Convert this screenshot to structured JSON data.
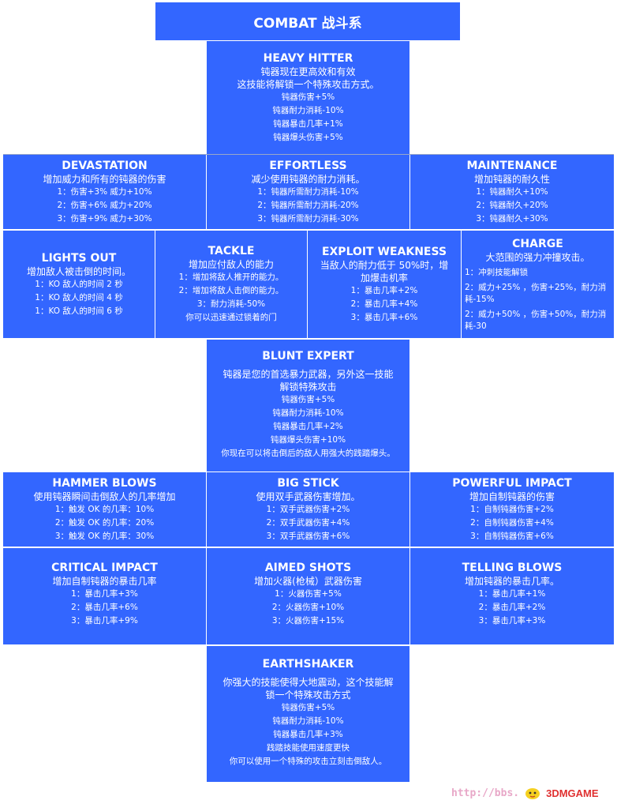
{
  "title": "COMBAT 战斗系",
  "skills": {
    "heavy_hitter": {
      "name": "HEAVY HITTER",
      "desc": [
        "钝器现在更高效和有效",
        "这技能将解锁一个特殊攻击方式。"
      ],
      "lines": [
        "钝器伤害+5%",
        "钝器耐力消耗-10%",
        "钝器暴击几率+1%",
        "钝器爆头伤害+5%"
      ]
    },
    "devastation": {
      "name": "DEVASTATION",
      "desc": [
        "增加威力和所有的钝器的伤害"
      ],
      "lines": [
        "1：伤害+3%  威力+10%",
        "2：伤害+6%  威力+20%",
        "3：伤害+9%  威力+30%"
      ]
    },
    "effortless": {
      "name": "EFFORTLESS",
      "desc": [
        "减少使用钝器的耐力消耗。"
      ],
      "lines": [
        "1：钝器所需耐力消耗-10%",
        "2：钝器所需耐力消耗-20%",
        "3：钝器所需耐力消耗-30%"
      ]
    },
    "maintenance": {
      "name": "MAINTENANCE",
      "desc": [
        "增加钝器的耐久性"
      ],
      "lines": [
        "1：钝器耐久+10%",
        "2：钝器耐久+20%",
        "3：钝器耐久+30%"
      ]
    },
    "lights_out": {
      "name": "LIGHTS OUT",
      "desc": [
        "增加敌人被击倒的时间。"
      ],
      "lines": [
        "1：KO 敌人的时间 2 秒",
        "1：KO 敌人的时间 4 秒",
        "1：KO 敌人的时间 6 秒"
      ]
    },
    "tackle": {
      "name": "TACKLE",
      "desc": [
        "增加应付敌人的能力"
      ],
      "lines": [
        "1：增加将敌人推开的能力。",
        "2：增加将敌人击倒的能力。",
        "3：耐力消耗-50%",
        "你可以迅速通过锁着的门"
      ]
    },
    "exploit_weakness": {
      "name": "EXPLOIT WEAKNESS",
      "desc": [
        "当敌人的耐力低于 50%时，增",
        "加爆击机率"
      ],
      "lines": [
        "1：暴击几率+2%",
        "2：暴击几率+4%",
        "3：暴击几率+6%"
      ]
    },
    "charge": {
      "name": "CHARGE",
      "desc": [
        "大范围的强力冲撞攻击。"
      ],
      "lines": [
        "1：冲刺技能解锁",
        "2：威力+25%  ，伤害+25%，耐力消耗-15%",
        "2：威力+50%  ，伤害+50%，耐力消耗-30"
      ]
    },
    "blunt_expert": {
      "name": "BLUNT EXPERT",
      "desc": [
        "钝器是您的首选暴力武器，另外这一技能",
        "解锁特殊攻击"
      ],
      "lines": [
        "钝器伤害+5%",
        "钝器耐力消耗-10%",
        "钝器暴击几率+2%",
        "钝器爆头伤害+10%",
        "你现在可以将击倒后的敌人用强大的践踏爆头。"
      ]
    },
    "hammer_blows": {
      "name": "HAMMER BLOWS",
      "desc": [
        "使用钝器瞬间击倒敌人的几率增加"
      ],
      "lines": [
        "1：触发 OK 的几率：10%",
        "2：触发 OK 的几率：20%",
        "3：触发 OK 的几率：30%"
      ]
    },
    "big_stick": {
      "name": "BIG STICK",
      "desc": [
        "使用双手武器伤害增加。"
      ],
      "lines": [
        "1：双手武器伤害+2%",
        "2：双手武器伤害+4%",
        "3：双手武器伤害+6%"
      ]
    },
    "powerful_impact": {
      "name": "POWERFUL IMPACT",
      "desc": [
        "增加自制钝器的伤害"
      ],
      "lines": [
        "1：自制钝器伤害+2%",
        "2：自制钝器伤害+4%",
        "3：自制钝器伤害+6%"
      ]
    },
    "critical_impact": {
      "name": "CRITICAL IMPACT",
      "desc": [
        "增加自制钝器的暴击几率"
      ],
      "lines": [
        "1：暴击几率+3%",
        "2：暴击几率+6%",
        "3：暴击几率+9%"
      ]
    },
    "aimed_shots": {
      "name": "AIMED SHOTS",
      "desc": [
        "增加火器(枪械）武器伤害"
      ],
      "lines": [
        "1：火器伤害+5%",
        "2：火器伤害+10%",
        "3：火器伤害+15%"
      ]
    },
    "telling_blows": {
      "name": "TELLING BLOWS",
      "desc": [
        "增加钝器的暴击几率。"
      ],
      "lines": [
        "1：暴击几率+1%",
        "2：暴击几率+2%",
        "3：暴击几率+3%"
      ]
    },
    "earthshaker": {
      "name": "EARTHSHAKER",
      "desc": [
        "你强大的技能使得大地震动，这个技能解",
        "锁一个特殊攻击方式"
      ],
      "lines": [
        "钝器伤害+5%",
        "钝器耐力消耗-10%",
        "钝器暴击几率+3%",
        "践踏技能使用速度更快",
        "你可以使用一个特殊的攻击立刻击倒敌人。"
      ]
    }
  },
  "watermark": {
    "url": "http://bbs.",
    "logo": "3DMGAME",
    "colors": {
      "url": "#e8a8c8",
      "logo": "#e03030"
    }
  },
  "colors": {
    "cell": "#3366ff",
    "text": "#ffffff",
    "background": "#ffffff"
  }
}
